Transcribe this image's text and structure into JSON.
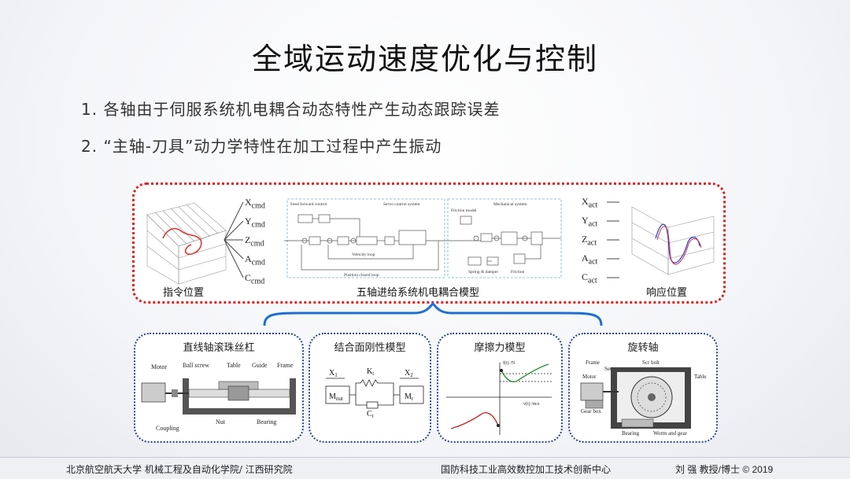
{
  "title": "全域运动速度优化与控制",
  "bullets": [
    "1. 各轴由于伺服系统机电耦合动态特性产生动态跟踪误差",
    "2. “主轴-刀具”动力学特性在加工过程中产生振动"
  ],
  "top_panel": {
    "left_caption": "指令位置",
    "center_caption": "五轴进给系统机电耦合模型",
    "right_caption": "响应位置",
    "inputs": [
      "X",
      "Y",
      "Z",
      "A",
      "C"
    ],
    "input_sub": "cmd",
    "outputs": [
      "X",
      "Y",
      "Z",
      "A",
      "C"
    ],
    "output_sub": "act",
    "block_labels": {
      "feedforward": "Feed forward control",
      "servo": "Servo control system",
      "mechanical": "Mechanical system",
      "friction": "Friction model",
      "velocity_loop": "Velocity loop",
      "position_loop": "Position closed loop",
      "spring": "Spring & damper",
      "friction_small": "Friction"
    }
  },
  "cards": [
    {
      "title": "直线轴滚珠丝杠",
      "labels": {
        "motor": "Motor",
        "ball_screw": "Ball screw",
        "table": "Table",
        "guide": "Guide",
        "frame": "Frame",
        "coupling": "Coupling",
        "nut": "Nut",
        "bearing": "Bearing"
      }
    },
    {
      "title": "结合面刚性模型",
      "labels": {
        "x1": "X",
        "x2": "X",
        "k": "K",
        "c": "C",
        "m_nut": "M",
        "m_t": "M",
        "x1_sub": "1",
        "x2_sub": "2",
        "k_sub": "t",
        "c_sub": "t",
        "m_nut_sub": "nut",
        "m_t_sub": "t"
      }
    },
    {
      "title": "摩擦力模型",
      "labels": {
        "f": "f(t) /N",
        "v": "v(t) /m/s"
      }
    },
    {
      "title": "旋转轴",
      "labels": {
        "frame": "Frame",
        "sensor": "Sensor",
        "scr": "Scr bolt",
        "motor": "Motor",
        "table": "Table",
        "gearbox": "Gear box",
        "bearing": "Bearing",
        "worm": "Worm and gear"
      }
    }
  ],
  "footer": {
    "left": "北京航空航天大学 机械工程及自动化学院/ 江西研究院",
    "center": "国防科技工业高效数控加工技术创新中心",
    "right": "刘  强 教授/博士 © 2019"
  }
}
